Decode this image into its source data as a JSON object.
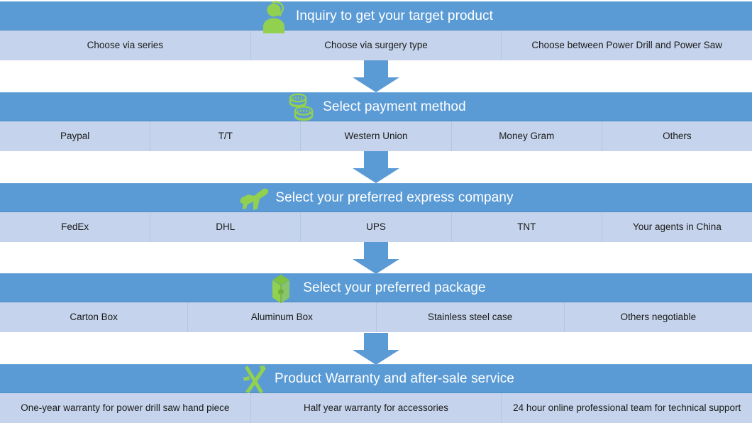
{
  "page": {
    "title": "Inquiry to get your target product flow",
    "accent_blue": "#5B9BD5",
    "row_blue": "#C5D4EC",
    "icon_green": "#92D050",
    "header_text_color": "#FFFFFF",
    "option_text_color": "#1A1A1A"
  },
  "sections": [
    {
      "id": "inquiry",
      "icon": "person-headset-icon",
      "title": "Inquiry to get your target product",
      "options": [
        "Choose via series",
        "Choose via surgery type",
        "Choose  between Power Drill and Power Saw"
      ]
    },
    {
      "id": "payment",
      "icon": "coins-icon",
      "title": "Select payment method",
      "options": [
        "Paypal",
        "T/T",
        "Western Union",
        "Money Gram",
        "Others"
      ]
    },
    {
      "id": "express",
      "icon": "airplane-icon",
      "title": "Select your preferred express company",
      "options": [
        "FedEx",
        "DHL",
        "UPS",
        "TNT",
        "Your agents in China"
      ]
    },
    {
      "id": "package",
      "icon": "box-icon",
      "title": "Select your preferred package",
      "options": [
        "Carton Box",
        "Aluminum Box",
        "Stainless steel case",
        "Others negotiable"
      ]
    },
    {
      "id": "warranty",
      "icon": "tools-icon",
      "title": "Product Warranty and after-sale service",
      "options": [
        "One-year warranty for power drill saw hand piece",
        "Half year warranty for accessories",
        "24 hour online professional team for technical support"
      ]
    }
  ],
  "arrows": [
    {
      "name": "arrow-down-1"
    },
    {
      "name": "arrow-down-2"
    },
    {
      "name": "arrow-down-3"
    },
    {
      "name": "arrow-down-4"
    }
  ]
}
